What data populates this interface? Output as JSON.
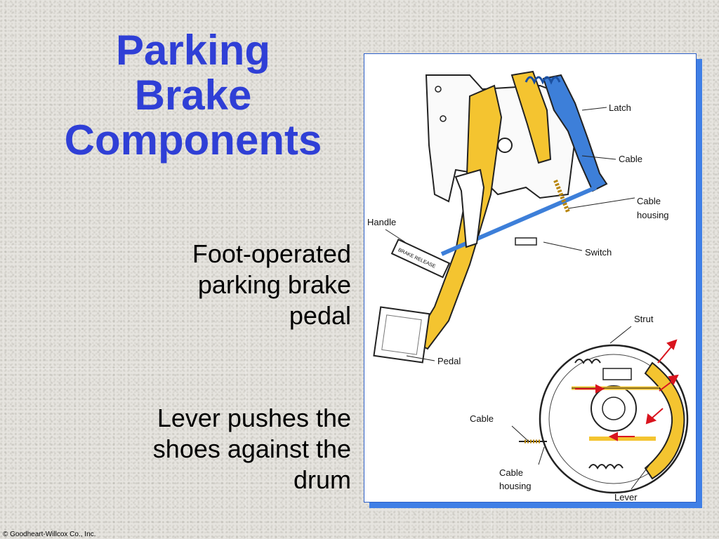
{
  "slide": {
    "title_lines": [
      "Parking",
      "Brake",
      "Components"
    ],
    "point1_lines": [
      "Foot-operated",
      "parking brake",
      "pedal"
    ],
    "point2_lines": [
      "Lever pushes the",
      "shoes against the",
      "drum"
    ],
    "copyright": "© Goodheart-Willcox Co., Inc."
  },
  "figure": {
    "labels": {
      "latch": "Latch",
      "cable": "Cable",
      "cable_housing_1": "Cable",
      "cable_housing_2": "housing",
      "handle": "Handle",
      "switch": "Switch",
      "pedal": "Pedal",
      "strut": "Strut",
      "drum_cable": "Cable",
      "drum_housing_1": "Cable",
      "drum_housing_2": "housing",
      "lever": "Lever",
      "handle_text": "BRAKE RELEASE"
    },
    "colors": {
      "yellow": "#f4c430",
      "blue": "#3d7fd9",
      "red": "#d9141e"
    }
  }
}
